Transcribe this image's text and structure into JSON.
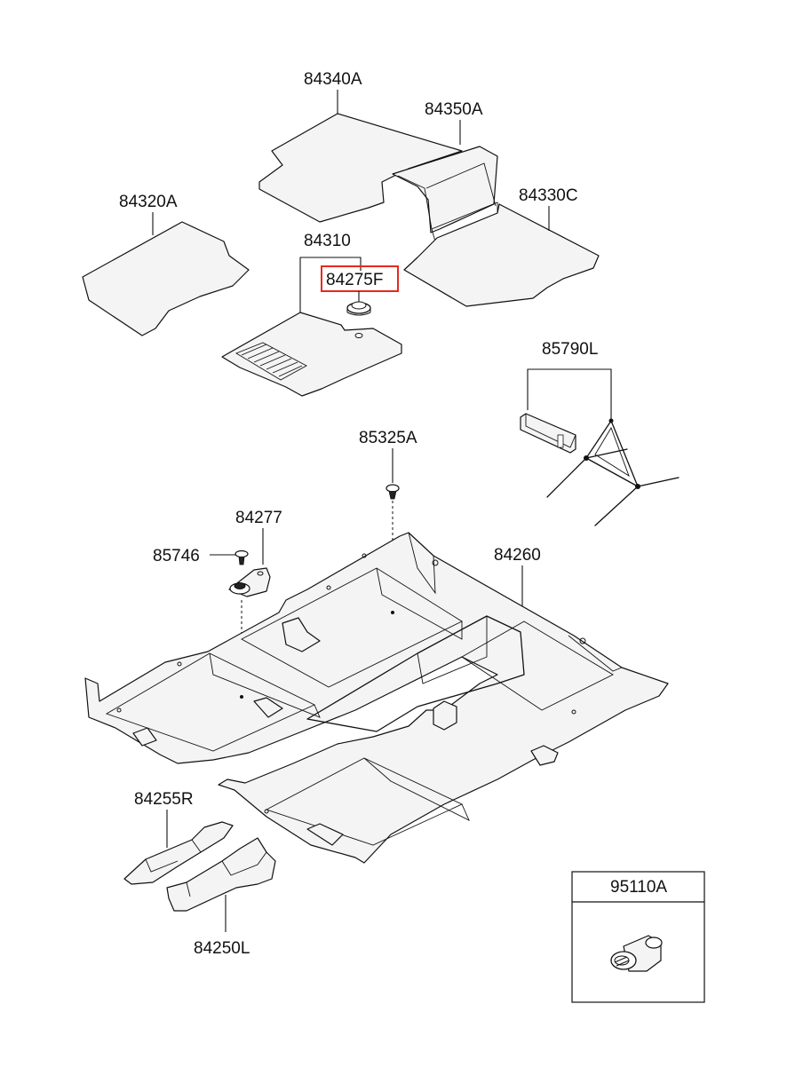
{
  "labels": {
    "mat_front_driver": "84340A",
    "mat_console": "84350A",
    "mat_front_right": "84330C",
    "mat_rear_left": "84320A",
    "mat_set": "84310",
    "mat_grommet": "84275F",
    "warning_triangle": "85790L",
    "clip_top": "85325A",
    "bracket": "84277",
    "bolt": "85746",
    "carpet_floor": "84260",
    "insulator_right": "84255R",
    "insulator_left": "84250L",
    "clip_inset": "95110A"
  },
  "colors": {
    "highlight": "#e8281e",
    "line": "#111111"
  }
}
